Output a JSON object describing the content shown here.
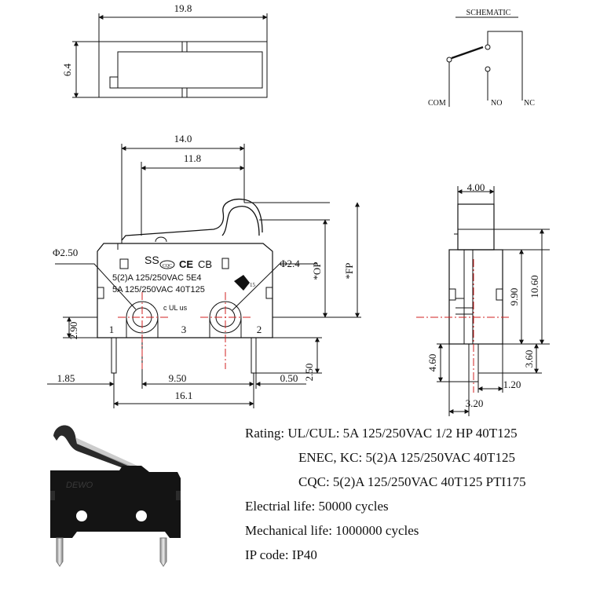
{
  "top_view": {
    "length": "19.8",
    "height": "6.4"
  },
  "schematic": {
    "title": "SCHEMATIC",
    "com": "COM",
    "no": "NO",
    "nc": "NC"
  },
  "side_view": {
    "overall_width": "14.0",
    "actuator_width": "11.8",
    "hole_left_dia": "Φ2.50",
    "hole_right_dia": "Φ2.4",
    "op_label": "*OP",
    "fp_label": "*FP",
    "terminal_height": "2.90",
    "left_offset": "1.85",
    "terminal_spacing": "9.50",
    "right_offset": "0.50",
    "terminal_length": "2.50",
    "base_length": "16.1",
    "terminal_numbers": [
      "1",
      "3",
      "2"
    ],
    "body_markings": {
      "brand": "SS",
      "line1": "5(2)A 125/250VAC 5E4",
      "line2": "5A 125/250VAC 40T125",
      "cert_ce": "CE",
      "cert_cb": "CB",
      "cert_cqc": "CQC",
      "cert_ul": "c UL us",
      "enec_number": "15"
    }
  },
  "end_view": {
    "top_width": "4.00",
    "height_inner": "9.90",
    "height_total": "10.60",
    "pin_length": "4.60",
    "pin_offset": "3.60",
    "pin_thickness": "1.20",
    "base_width": "3.20"
  },
  "specs": {
    "rating_label": "Rating:",
    "ul": "UL/CUL: 5A 125/250VAC 1/2 HP 40T125",
    "enec": "ENEC, KC: 5(2)A 125/250VAC 40T125",
    "cqc": "CQC: 5(2)A 125/250VAC 40T125 PTI175",
    "electrical": "Electrial life: 50000 cycles",
    "mechanical": "Mechanical life: 1000000 cycles",
    "ip": "IP code: IP40"
  },
  "photo": {
    "embossed_text": "DEWO"
  },
  "colors": {
    "line": "#111111",
    "center_line": "#d22020",
    "body": "#151515",
    "pin": "#c9c9c9"
  }
}
